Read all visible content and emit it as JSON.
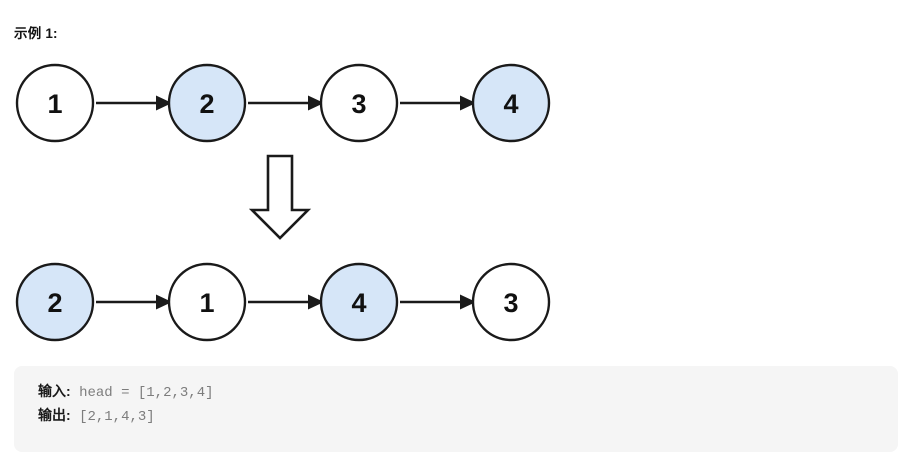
{
  "page": {
    "title": "示例 1:",
    "background": "#ffffff"
  },
  "colors": {
    "node_fill_highlight": "#d6e6f8",
    "node_fill_plain": "#ffffff",
    "node_stroke": "#1a1a1a",
    "code_background": "#f5f5f5",
    "code_value_text": "#7d7d7d",
    "code_key_text": "#1a1a1a"
  },
  "diagram": {
    "type": "linked-list-transformation",
    "input_row": {
      "name": "input-linked-list",
      "nodes": [
        {
          "value": "1",
          "highlighted": false
        },
        {
          "value": "2",
          "highlighted": true
        },
        {
          "value": "3",
          "highlighted": false
        },
        {
          "value": "4",
          "highlighted": true
        }
      ]
    },
    "transform_arrow": {
      "name": "transform-down-arrow",
      "direction": "down"
    },
    "output_row": {
      "name": "output-linked-list",
      "nodes": [
        {
          "value": "2",
          "highlighted": true
        },
        {
          "value": "1",
          "highlighted": false
        },
        {
          "value": "4",
          "highlighted": true
        },
        {
          "value": "3",
          "highlighted": false
        }
      ]
    }
  },
  "code_block": {
    "lines": [
      {
        "key": "输入:",
        "value": " head = [1,2,3,4]"
      },
      {
        "key": "输出:",
        "value": " [2,1,4,3]"
      }
    ],
    "input_label": "输入:",
    "input_value": " head = [1,2,3,4]",
    "output_label": "输出:",
    "output_value": " [2,1,4,3]"
  }
}
